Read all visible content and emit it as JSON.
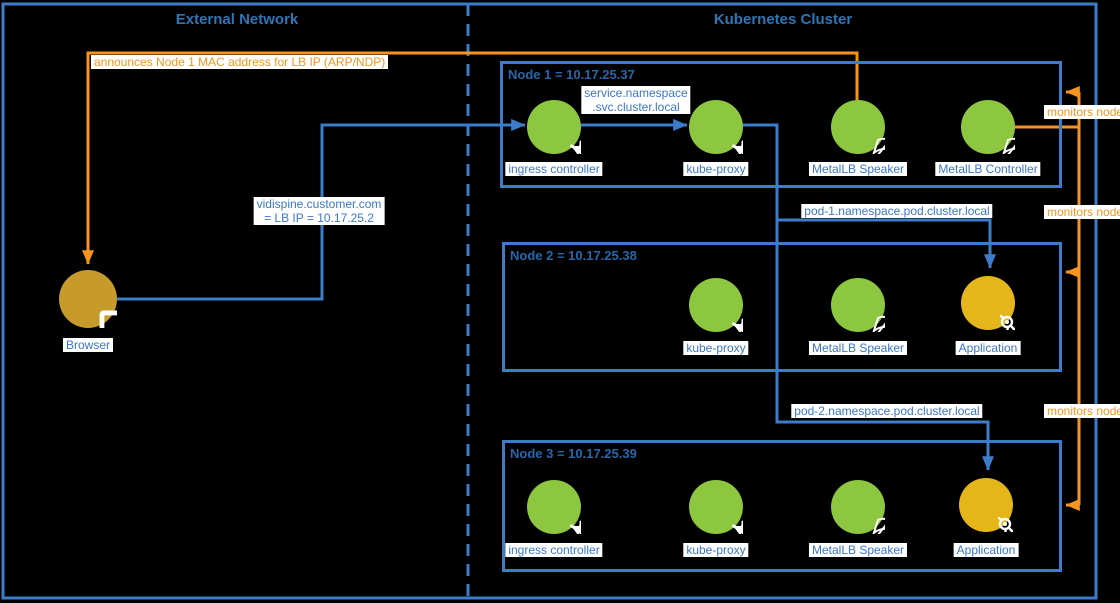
{
  "titles": {
    "external": "External Network",
    "cluster": "Kubernetes Cluster"
  },
  "nodes": [
    {
      "label": "Node 1 = 10.17.25.37",
      "components": [
        {
          "label": "ingress controller"
        },
        {
          "label": "kube-proxy"
        },
        {
          "label": "MetalLB Speaker"
        },
        {
          "label": "MetalLB Controller"
        }
      ]
    },
    {
      "label": "Node 2 = 10.17.25.38",
      "components": [
        {
          "label": "kube-proxy"
        },
        {
          "label": "MetalLB Speaker"
        },
        {
          "label": "Application"
        }
      ]
    },
    {
      "label": "Node 3 = 10.17.25.39",
      "components": [
        {
          "label": "ingress controller"
        },
        {
          "label": "kube-proxy"
        },
        {
          "label": "MetalLB Speaker"
        },
        {
          "label": "Application"
        }
      ]
    }
  ],
  "external": {
    "browser_label": "Browser"
  },
  "edge_labels": {
    "announce": "announces Node 1 MAC address for LB IP (ARP/NDP)",
    "lb_dns_1": "vidispine.customer.com",
    "lb_dns_2": "= LB IP = 10.17.25.2",
    "service_dns_1": "service.namespace",
    "service_dns_2": ".svc.cluster.local",
    "pod1_dns": "pod-1.namespace.pod.cluster.local",
    "pod2_dns": "pod-2.namespace.pod.cluster.local",
    "monitors_1": "monitors node",
    "monitors_2": "monitors node",
    "monitors_3": "monitors node"
  },
  "colors": {
    "background": "#000000",
    "wire_blue": "#3D7CC9",
    "wire_orange": "#F7941D",
    "component_green": "#8DC63F",
    "application_gold": "#E5B61A",
    "browser_gold": "#C69B2B",
    "title_blue": "#2E75B6",
    "label_blue": "#3B76C8"
  }
}
